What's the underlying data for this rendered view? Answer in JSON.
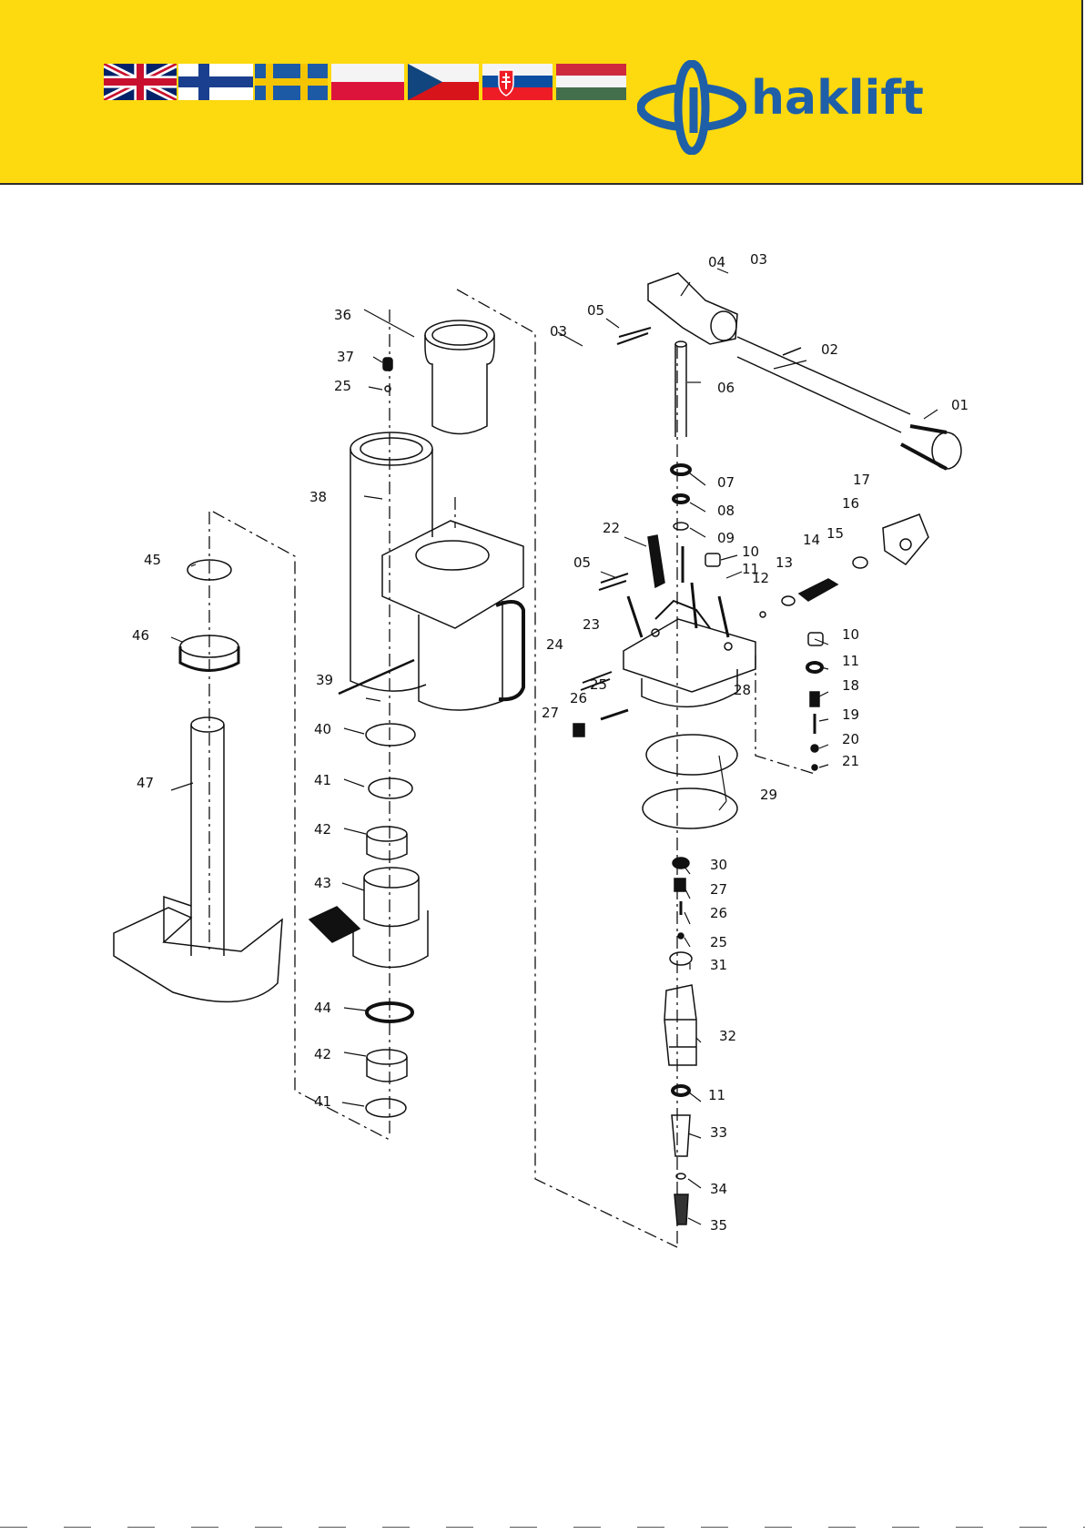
{
  "brand": {
    "name": "haklift",
    "color": "#1f5fa8",
    "bar_color": "#fdd90f"
  },
  "flags": [
    {
      "id": "uk",
      "name": "united-kingdom-flag"
    },
    {
      "id": "fi",
      "name": "finland-flag"
    },
    {
      "id": "se",
      "name": "sweden-flag"
    },
    {
      "id": "se2",
      "name": "sweden-flag"
    },
    {
      "id": "pl",
      "name": "poland-flag"
    },
    {
      "id": "cz",
      "name": "czech-flag"
    },
    {
      "id": "sk",
      "name": "slovakia-flag"
    },
    {
      "id": "hu",
      "name": "hungary-flag"
    }
  ],
  "part_labels": [
    "01",
    "02",
    "03",
    "03",
    "04",
    "05",
    "05",
    "06",
    "07",
    "08",
    "09",
    "10",
    "10",
    "11",
    "11",
    "11",
    "12",
    "13",
    "14",
    "15",
    "16",
    "17",
    "18",
    "19",
    "20",
    "21",
    "22",
    "23",
    "24",
    "25",
    "25",
    "25",
    "26",
    "26",
    "27",
    "27",
    "28",
    "29",
    "30",
    "31",
    "32",
    "33",
    "34",
    "35",
    "36",
    "37",
    "38",
    "39",
    "40",
    "41",
    "41",
    "42",
    "42",
    "43",
    "44",
    "45",
    "46",
    "47"
  ]
}
